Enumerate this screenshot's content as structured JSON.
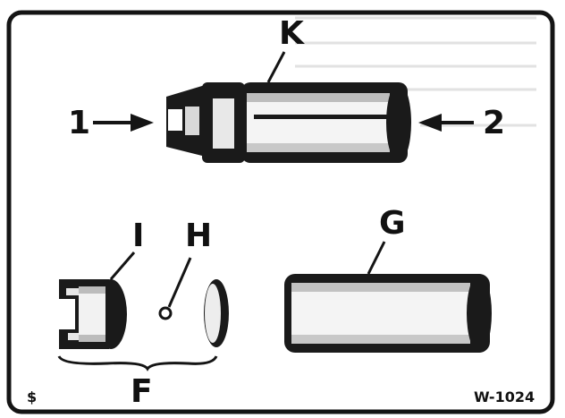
{
  "labels": {
    "k": "K",
    "one": "1",
    "two": "2",
    "i": "I",
    "h": "H",
    "g": "G",
    "f": "F",
    "corner_mark": "$",
    "figure_code": "W-1024"
  },
  "colors": {
    "ink": "#141414",
    "paper": "#ffffff",
    "shade": "#9a9a9a"
  }
}
